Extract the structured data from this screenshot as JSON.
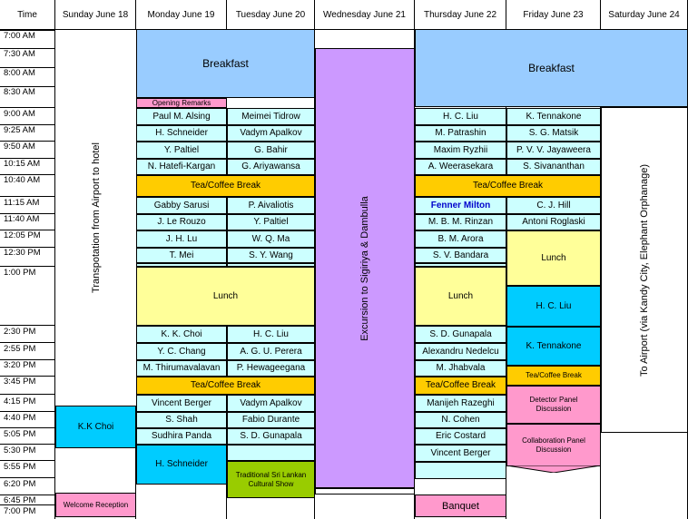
{
  "headers": [
    "Time",
    "Sunday June 18",
    "Monday June 19",
    "Tuesday June 20",
    "Wednesday June 21",
    "Thursday June 22",
    "Friday June 23",
    "Saturday June 24"
  ],
  "times": [
    "7:00 AM",
    "7:30 AM",
    "8:00 AM",
    "8:30 AM",
    "9:00 AM",
    "9:25 AM",
    "9:50 AM",
    "10:15 AM",
    "10:40 AM",
    "11:15 AM",
    "11:40 AM",
    "12:05 PM",
    "12:30 PM",
    "1:00 PM",
    "2:30 PM",
    "2:55 PM",
    "3:20 PM",
    "3:45 PM",
    "4:15 PM",
    "4:40 PM",
    "5:05 PM",
    "5:30 PM",
    "5:55 PM",
    "6:20 PM",
    "6:45 PM",
    "7:00 PM"
  ],
  "sunday": {
    "transport": "Transpotation from Airport to hotel",
    "kk_choi": "K.K Choi",
    "welcome": "Welcome Reception"
  },
  "monday": {
    "breakfast": "Breakfast",
    "opening": "Opening Remarks",
    "talks_am": [
      "Paul M. Alsing",
      "H. Schneider",
      "Y. Paltiel",
      "N. Hatefi-Kargan"
    ],
    "tea1": "Tea/Coffee Break",
    "talks_mid": [
      "Gabby Sarusi",
      "J. Le Rouzo",
      "J. H. Lu",
      "T. Mei"
    ],
    "lunch": "Lunch",
    "talks_pm": [
      "K. K. Choi",
      "Y. C. Chang",
      "M. Thirumavalavan"
    ],
    "tea2": "Tea/Coffee Break",
    "talks_late": [
      "Vincent Berger",
      "S. Shah",
      "Sudhira Panda"
    ],
    "schneider": "H. Schneider"
  },
  "tuesday": {
    "talks_am": [
      "Meimei Tidrow",
      "Vadym Apalkov",
      "G. Bahir",
      "G. Ariyawansa"
    ],
    "talks_mid": [
      "P. Aivaliotis",
      "Y. Paltiel",
      "W. Q. Ma",
      "S. Y. Wang"
    ],
    "talks_pm": [
      "H. C. Liu",
      "A. G. U. Perera",
      "P. Hewageegana"
    ],
    "talks_late": [
      "Vadym Apalkov",
      "Fabio Durante",
      "S. D. Gunapala"
    ],
    "cultural": "Traditional Sri Lankan Cultural Show"
  },
  "wednesday": {
    "excursion": "Excursion to Sigiriya & Dambulla"
  },
  "thursday": {
    "breakfast": "Breakfast",
    "talks_am": [
      "H. C. Liu",
      "M. Patrashin",
      "Maxim Ryzhii",
      "A. Weerasekara"
    ],
    "tea1": "Tea/Coffee Break",
    "talks_mid": [
      "Fenner Milton",
      "M. B. M. Rinzan",
      "B. M. Arora",
      "S. V. Bandara"
    ],
    "lunch": "Lunch",
    "talks_pm": [
      "S. D. Gunapala",
      "Alexandru Nedelcu",
      "M. Jhabvala"
    ],
    "tea2": "Tea/Coffee Break",
    "talks_late": [
      "Manijeh Razeghi",
      "N. Cohen",
      "Eric Costard",
      "Vincent Berger"
    ],
    "banquet": "Banquet"
  },
  "friday": {
    "talks_am": [
      "K. Tennakone",
      "S. G. Matsik",
      "P. V. V. Jayaweera",
      "S. Sivananthan"
    ],
    "talks_mid": [
      "C. J. Hill",
      "Antoni Roglaski"
    ],
    "lunch": "Lunch",
    "liu": "H. C. Liu",
    "tennakone": "K. Tennakone",
    "tea": "Tea/Coffee Break",
    "detector": "Detector Panel Discussion",
    "collab": "Collaboration Panel Discussion"
  },
  "saturday": {
    "airport": "To Airport (via Kandy City, Elephant Orphanage)"
  }
}
